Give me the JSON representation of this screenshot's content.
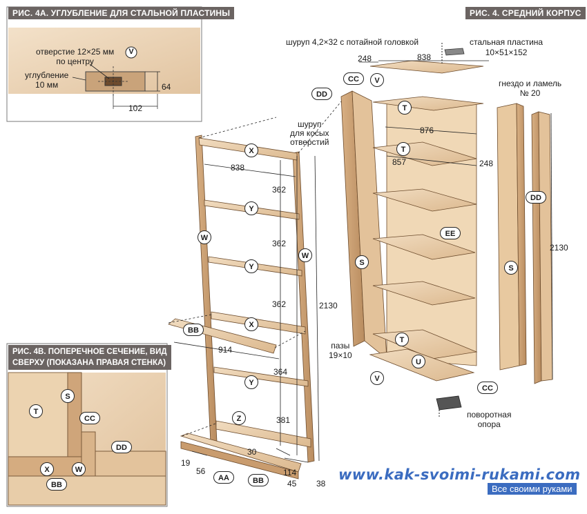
{
  "titles": {
    "fig4a": "РИС. 4А. УГЛУБЛЕНИЕ ДЛЯ СТАЛЬНОЙ ПЛАСТИНЫ",
    "fig4": "РИС. 4. СРЕДНИЙ КОРПУС",
    "fig4b_line1": "РИС. 4В. ПОПЕРЕЧНОЕ СЕЧЕНИЕ, ВИД",
    "fig4b_line2": "СВЕРХУ (ПОКАЗАНА ПРАВАЯ СТЕНКА)"
  },
  "fig4a": {
    "hole_label_1": "отверстие 12×25 мм",
    "hole_label_2": "по центру",
    "recess_label_1": "углубление",
    "recess_label_2": "10 мм",
    "dim_64": "64",
    "dim_102": "102",
    "part_v": "V"
  },
  "fig4": {
    "screw_label": "шуруп 4,2×32 с потайной головкой",
    "plate_label_1": "стальная пластина",
    "plate_label_2": "10×51×152",
    "slot_label_1": "гнездо и ламель",
    "slot_label_2": "№ 20",
    "pocket_screw_1": "шуруп",
    "pocket_screw_2": "для косых",
    "pocket_screw_3": "отверстий",
    "grooves_1": "пазы",
    "grooves_2": "19×10",
    "pivot_1": "поворотная",
    "pivot_2": "опора",
    "dims": {
      "d248a": "248",
      "d838a": "838",
      "d876": "876",
      "d857": "857",
      "d248b": "248",
      "d838b": "838",
      "d362a": "362",
      "d362b": "362",
      "d362c": "362",
      "d364": "364",
      "d381": "381",
      "d914": "914",
      "d2130a": "2130",
      "d2130b": "2130",
      "d19": "19",
      "d56": "56",
      "d30": "30",
      "d114": "114",
      "d45": "45",
      "d38": "38"
    },
    "parts": {
      "V": "V",
      "T": "T",
      "U": "U",
      "S": "S",
      "W": "W",
      "X": "X",
      "Y": "Y",
      "Z": "Z",
      "CC": "CC",
      "DD": "DD",
      "EE": "EE",
      "AA": "AA",
      "BB": "BB"
    }
  },
  "fig4b": {
    "T": "T",
    "S": "S",
    "CC": "CC",
    "DD": "DD",
    "X": "X",
    "W": "W",
    "BB": "BB"
  },
  "watermark": {
    "url": "www.kak-svoimi-rukami.com",
    "tagline": "Все своими руками"
  }
}
